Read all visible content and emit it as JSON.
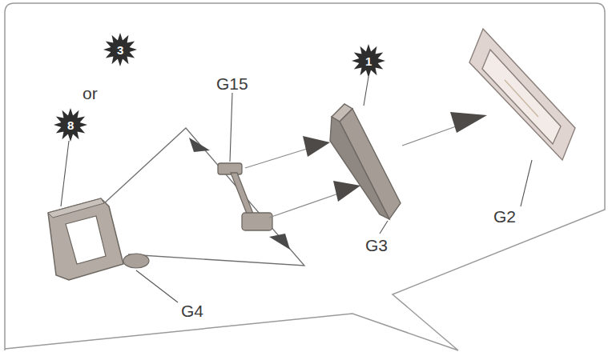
{
  "diagram": {
    "labels": [
      "3",
      "or",
      "8",
      "G15",
      "1",
      "G3",
      "G2",
      "G4"
    ]
  }
}
